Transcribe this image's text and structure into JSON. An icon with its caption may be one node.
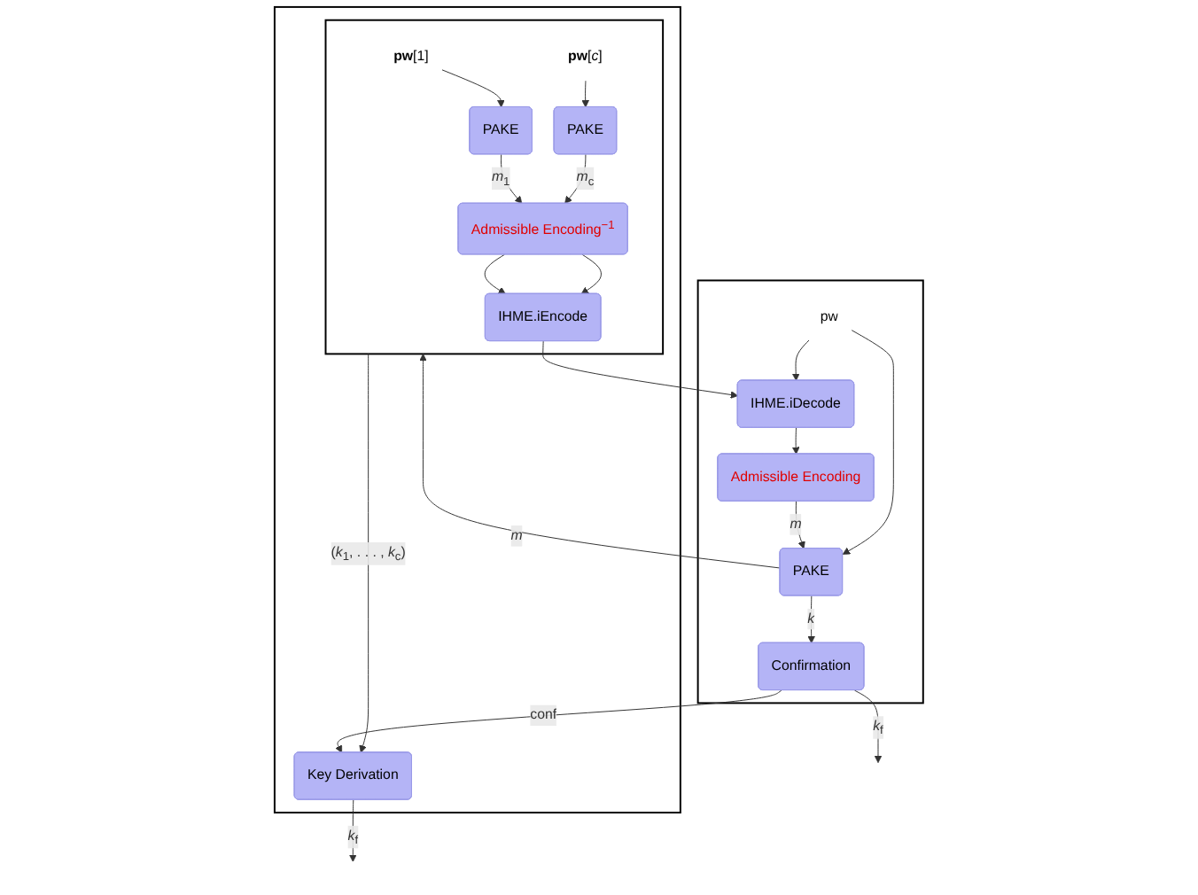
{
  "diagram": {
    "nodes": [
      {
        "text": [],
        "shape": "box"
      },
      {
        "text": [],
        "shape": "box",
        "in": 0
      },
      {
        "text": [
          "**pw**[1]"
        ],
        "in": 1
      },
      {
        "text": [
          "PAKE"
        ],
        "in": 1
      },
      {
        "text": [
          "**pw**[*c*]"
        ],
        "in": 1
      },
      {
        "text": [
          "PAKE"
        ],
        "in": 1
      },
      {
        "text": [
          "Admissible Encoding$^{−1}$"
        ],
        "in": 1
      },
      {
        "text": [
          "IHME.iEncode"
        ],
        "in": 1
      },
      {
        "text": [],
        "shape": "box"
      },
      {
        "text": [
          "IHME.iDecode"
        ],
        "in": 8
      },
      {
        "text": [
          "Admissible Encoding"
        ],
        "in": 8
      },
      {
        "text": [
          "pw"
        ],
        "in": 8
      },
      {
        "text": [
          "PAKE"
        ],
        "in": 8
      },
      {
        "text": [
          "Confirmation"
        ],
        "in": 8
      },
      {
        "text": [
          "Key Derivation"
        ],
        "in": 0
      }
    ],
    "edges": [
      {
        "from": 2,
        "to": 3,
        "arrow": "to"
      },
      {
        "from": 3,
        "to": 6,
        "arrow": "to",
        "label": "*m*$_{1}$"
      },
      {
        "from": 4,
        "to": 5,
        "arrow": "to"
      },
      {
        "from": 5,
        "to": 6,
        "arrow": "to",
        "label": "*m*$_{c}$"
      },
      {
        "from": 6,
        "to": 7,
        "arrow": "to"
      },
      {
        "from": 6,
        "to": 7,
        "arrow": "to"
      },
      {
        "from": 7,
        "to": 9,
        "arrow": "to"
      },
      {
        "from": 11,
        "to": 9,
        "arrow": "to"
      },
      {
        "from": 9,
        "to": 10,
        "arrow": "to"
      },
      {
        "from": 10,
        "to": 12,
        "arrow": "to",
        "label": "*m*"
      },
      {
        "from": 11,
        "to": 12,
        "arrow": "to"
      },
      {
        "from": 12,
        "to": 1,
        "arrow": "to",
        "label": "*m*"
      },
      {
        "from": 1,
        "to": 14,
        "arrow": "to",
        "label": "(*k*$_{1}$, . . . , *k*$_{c}$)"
      },
      {
        "from": 12,
        "to": 13,
        "arrow": "to",
        "label": "*k*"
      },
      {
        "from": 13,
        "to": 14,
        "arrow": "to",
        "label": "conf"
      },
      {
        "from": 14,
        "to": null,
        "arrow": "to",
        "label": "*k*$_{f}$"
      },
      {
        "from": 13,
        "to": null,
        "arrow": "to",
        "label": "*k*$_{f}$"
      }
    ]
  }
}
